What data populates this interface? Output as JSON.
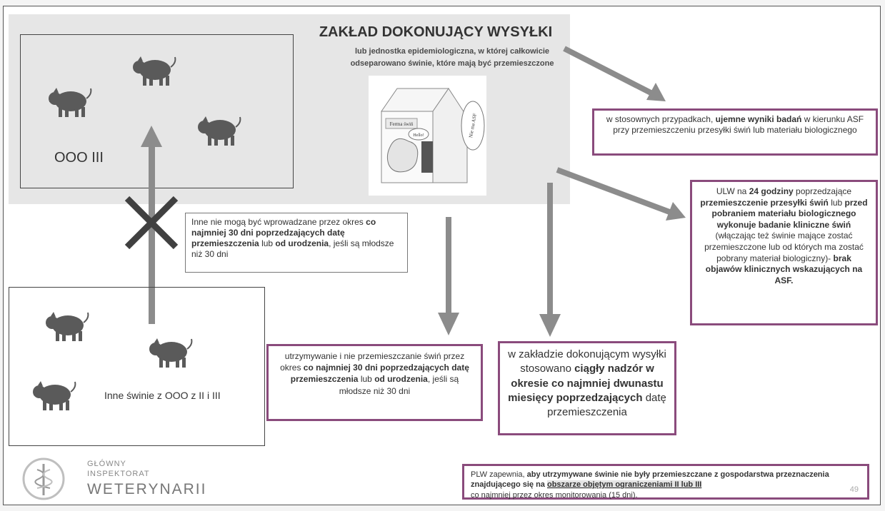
{
  "title": "ZAKŁAD DOKONUJĄCY WYSYŁKI",
  "subtitle": "lub jednostka epidemiologiczna, w której całkowicie odseparowano świnie, które mają być przemieszczone",
  "ooo_label": "OOO III",
  "other_pigs_label": "Inne świnie z OOO z II i III",
  "image_labels": {
    "farm": "Ferma świń",
    "bubble1": "Hello!",
    "bubble2": "Nie ma ASF"
  },
  "box_no_intro": {
    "a": "Inne nie mogą być wprowadzane przez okres",
    "b": "co najmniej 30 dni poprzedzających datę przemieszczenia",
    "c": "lub",
    "d": "od urodzenia",
    "e": ", jeśli są młodsze niż 30 dni"
  },
  "box_neg": {
    "a": "w stosownych przypadkach,",
    "b": "ujemne wyniki badań",
    "c": "w kierunku ASF przy przemieszczeniu przesyłki świń lub materiału biologicznego"
  },
  "box_ulw": {
    "a": "ULW na",
    "b": "24 godziny",
    "c": "poprzedzające",
    "d": "przemieszczenie przesyłki świń",
    "e": "lub",
    "f": "przed pobraniem materiału biologicznego wykonuje badanie kliniczne świń",
    "g": "(włączając też świnie mające zostać przemieszczone lub od których ma zostać pobrany materiał biologiczny)-",
    "h": "brak objawów klinicznych wskazujących na ASF."
  },
  "box_keep": {
    "a": "utrzymywanie i nie przemieszczanie świń przez okres",
    "b": "co najmniej 30 dni poprzedzających datę przemieszczenia",
    "c": "lub",
    "d": "od urodzenia",
    "e": ", jeśli są młodsze niż 30 dni"
  },
  "box_super": {
    "a": "w zakładzie dokonującym wysyłki stosowano",
    "b": "ciągły nadzór w okresie co najmniej dwunastu miesięcy poprzedzających",
    "c": "datę przemieszczenia"
  },
  "box_plw": {
    "a": "PLW zapewnia,",
    "b": "aby utrzymywane świnie nie były przemieszczane z gospodarstwa przeznaczenia znajdującego się na",
    "c": "obszarze objętym ograniczeniami II lub III",
    "d": "co najmniej przez okres monitorowania (15 dni)."
  },
  "page_number": "49",
  "logo": {
    "line1": "GŁÓWNY",
    "line2": "INSPEKTORAT",
    "line3": "WETERYNARII"
  },
  "colors": {
    "arrow": "#8c8c8c",
    "box_border": "#8a4b7c",
    "pig": "#5a5a5a",
    "cross": "#404040"
  }
}
